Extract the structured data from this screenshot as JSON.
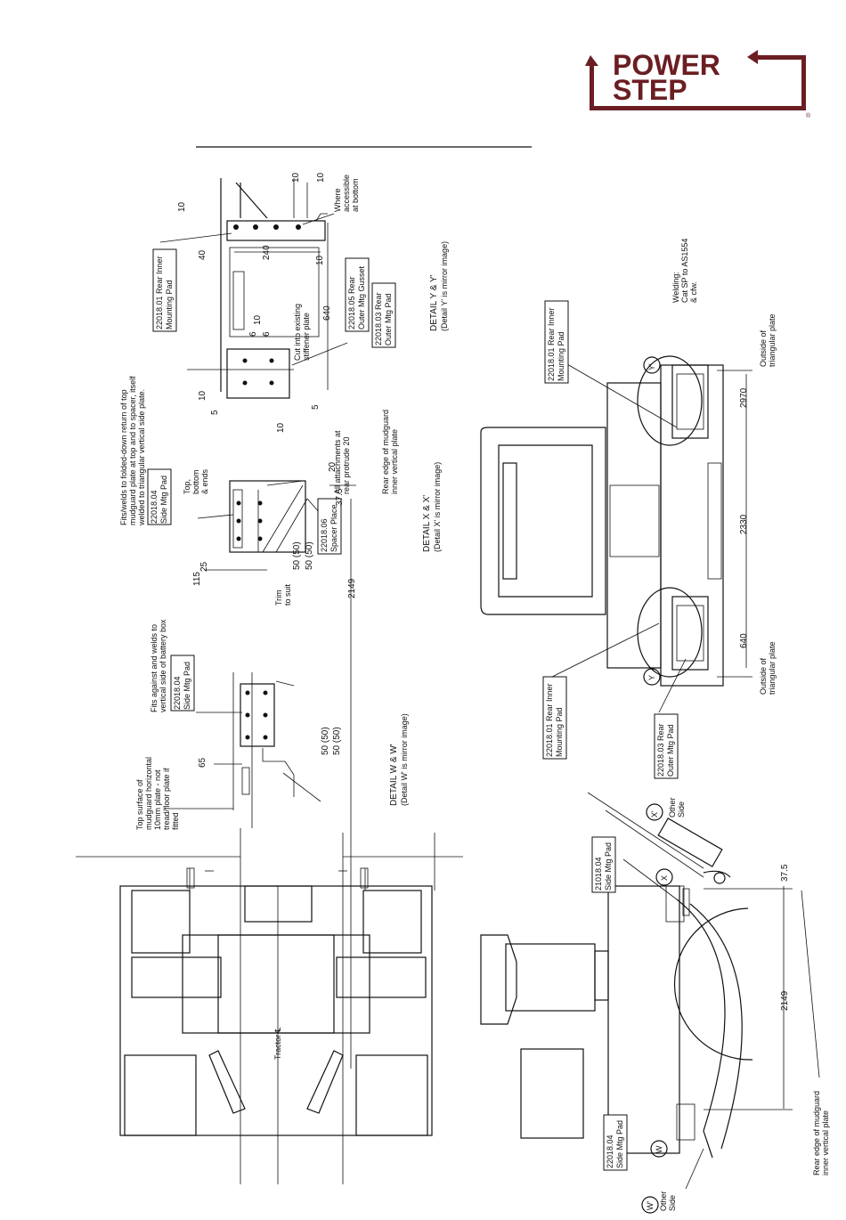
{
  "brand": {
    "line1": "POWER",
    "line2": "STEP",
    "reg": "®",
    "color": "#6b1e22"
  },
  "welding": {
    "line1": "Welding:",
    "line2": "Cat SP to AS1554",
    "line3": "& cfw."
  },
  "detail_y": {
    "title": "DETAIL  Y & Y'",
    "sub": "(Detail Y' is mirror image)"
  },
  "detail_x": {
    "title": "DETAIL  X & X'",
    "sub": "(Detail X' is mirror image)"
  },
  "detail_w": {
    "title": "DETAIL  W & W'",
    "sub": "(Detail W' is mirror image)"
  },
  "parts": {
    "rear_inner": [
      "22018.01 Rear Inner",
      "Mounting Pad"
    ],
    "rear_gusset": [
      "22018.05 Rear",
      "Outer Mtg Gusset"
    ],
    "rear_outer": [
      "22018.03 Rear",
      "Outer Mtg Pad"
    ],
    "side_pad": [
      "22018.04",
      "Side Mtg Pad"
    ],
    "spacer": [
      "22018.06",
      "Spacer Place"
    ],
    "rear_inner_b": [
      "22018.01 Rear Inner",
      "Mounting Pad"
    ],
    "rear_inner_c": [
      "22018.01 Rear Inner",
      "Mounting Pad"
    ],
    "rear_outer_b": [
      "22018.03 Rear",
      "Outer Mtg Pad"
    ],
    "side_pad_b": [
      "22018.04",
      "Side Mtg Pad"
    ],
    "side_pad_c": [
      "22018.04",
      "Side Mtg Pad"
    ],
    "side_pad_d": [
      "21018.04",
      "Side Mtg Pad"
    ]
  },
  "notes": {
    "accessible": [
      "Where",
      "accessible",
      "at bottom"
    ],
    "cut_into": [
      "Cut into existing",
      "stiffener plate"
    ],
    "fits_welds": [
      "Fits/welds to folded-down return of top",
      "mudguard plate at top and to spacer, itself",
      "welded to triangular vertical side plate."
    ],
    "top_bottom": [
      "Top,",
      "bottom",
      "& ends"
    ],
    "all_attach": [
      "All attachments at",
      "rear protrude 20"
    ],
    "rear_edge": [
      "Rear edge of mudguard",
      "inner vertical plate"
    ],
    "trim": [
      "Trim",
      "to suit"
    ],
    "fits_against": [
      "Fits against and welds to",
      "vertical side of battery box"
    ],
    "top_surface": [
      "Top surface of",
      "mudguard horizontal",
      "10mm plate - not",
      "tread/floor plate if",
      "fitted"
    ],
    "outside_tri_a": [
      "Outside of",
      "triangular plate"
    ],
    "outside_tri_b": [
      "Outside of",
      "triangular plate"
    ],
    "rear_edge_b": [
      "Rear edge of mudguard",
      "inner vertical plate"
    ],
    "other_side_x": [
      "Other",
      "Side"
    ],
    "other_side_w": [
      "Other",
      "Side"
    ],
    "tractor": "Tractor ℄"
  },
  "dims": {
    "d40": "40",
    "d240": "240",
    "d10a": "10",
    "d10b": "10",
    "d10c": "10",
    "d10d": "10",
    "d10e": "10",
    "d10f": "10",
    "d10g": "10",
    "d6a": "6",
    "d6b": "6",
    "d640": "640",
    "d5a": "5",
    "d5b": "5",
    "d20": "20",
    "d37_5": "37.5",
    "d25": "25",
    "d115": "115",
    "d50a": "50 (50)",
    "d50b": "50 (50)",
    "d50c": "50 (50)",
    "d50d": "50 (50)",
    "d2149": "2149",
    "d65": "65",
    "d2970": "2970",
    "d2330": "2330",
    "d640b": "640",
    "d37_5b": "37.5",
    "d2149b": "2149"
  },
  "callouts": {
    "y": "Y",
    "yp": "Y'",
    "x": "X",
    "xp": "X'",
    "w": "W",
    "wp": "W'"
  }
}
